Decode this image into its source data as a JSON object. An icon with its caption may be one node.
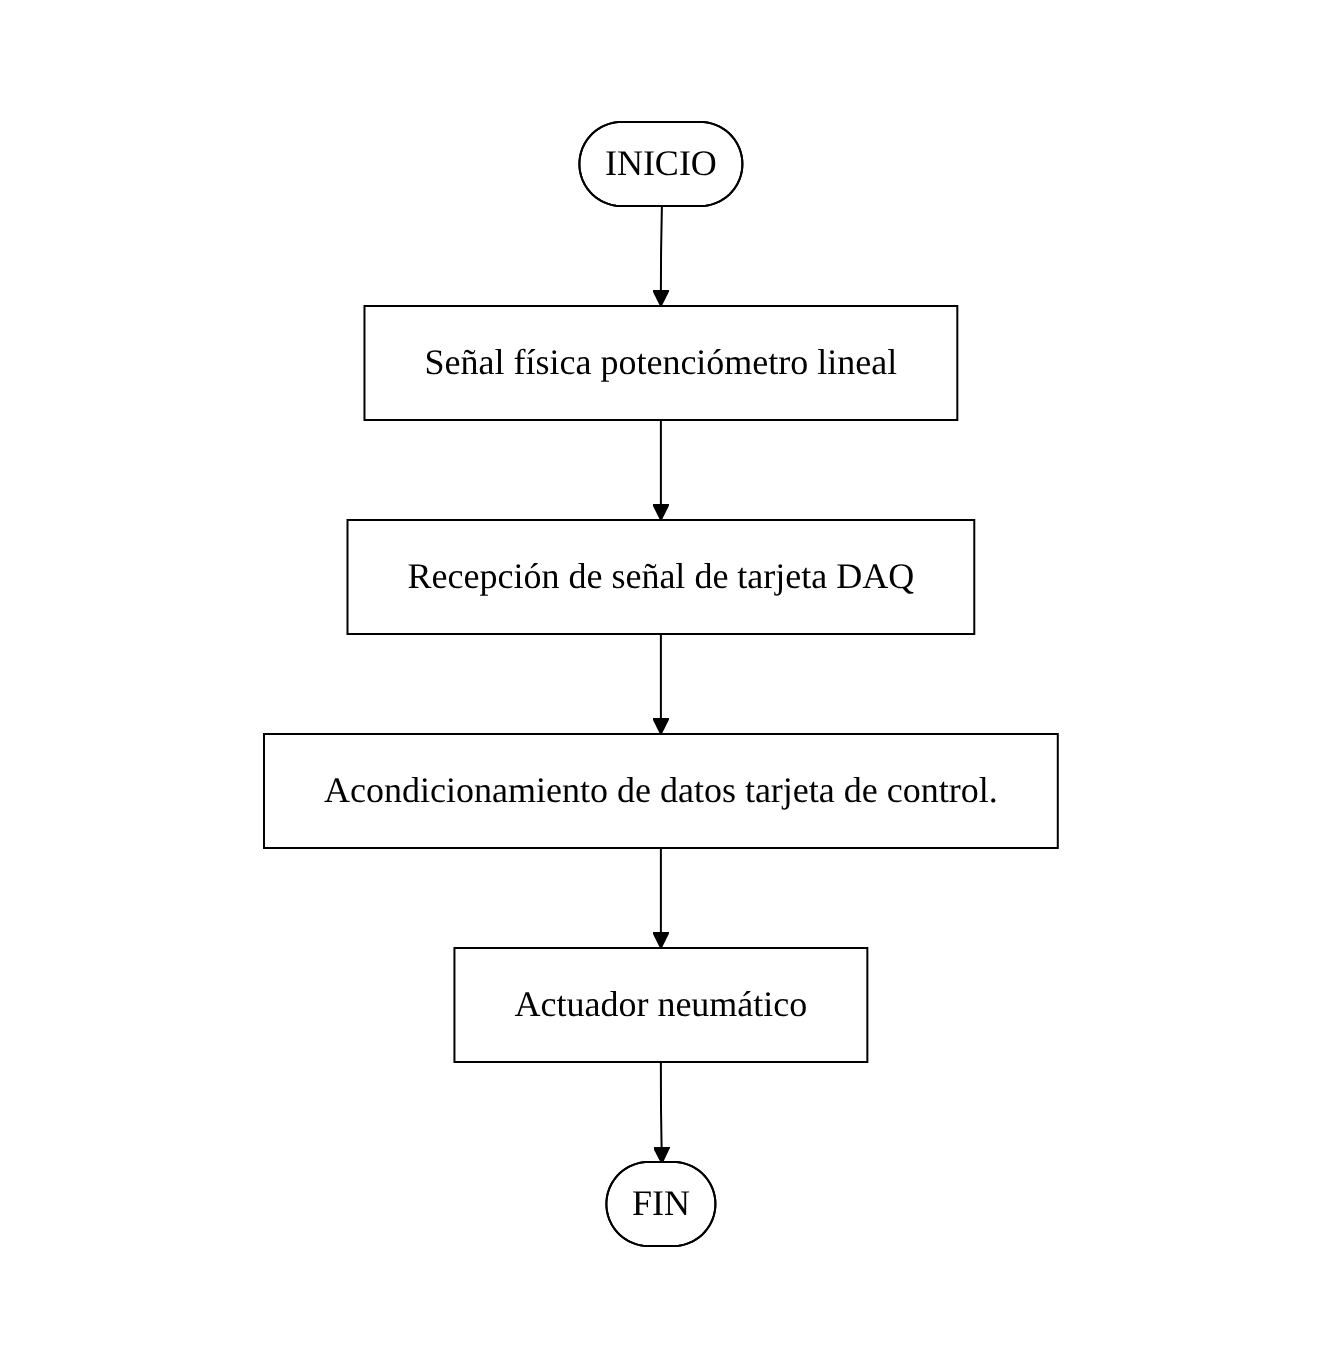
{
  "diagram": {
    "nodes": [
      {
        "text": [
          "INICIO"
        ]
      },
      {
        "text": [
          "Señal física potenciómetro lineal"
        ]
      },
      {
        "text": [
          "Recepción de señal de tarjeta DAQ"
        ]
      },
      {
        "text": [
          "Acondicionamiento de datos tarjeta de control."
        ]
      },
      {
        "text": [
          "Actuador neumático"
        ]
      },
      {
        "text": [
          "FIN"
        ]
      }
    ],
    "edges": [
      {
        "from": 0,
        "to": 1,
        "arrow": "to"
      },
      {
        "from": 1,
        "to": 2,
        "arrow": "to"
      },
      {
        "from": 2,
        "to": 3,
        "arrow": "to"
      },
      {
        "from": 3,
        "to": 4,
        "arrow": "to"
      },
      {
        "from": 4,
        "to": 5,
        "arrow": "to"
      }
    ]
  }
}
